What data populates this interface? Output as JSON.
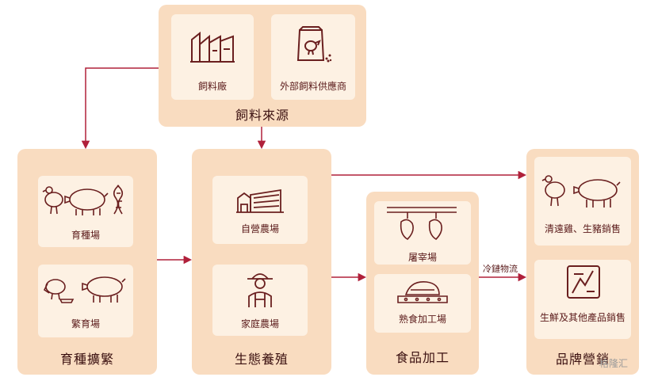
{
  "feed": {
    "title": "飼料來源",
    "items": [
      {
        "label": "飼料廠",
        "icon": "factory-icon"
      },
      {
        "label": "外部飼料供應商",
        "icon": "feed-bag-icon"
      }
    ]
  },
  "breeding": {
    "title": "育種擴繁",
    "items": [
      {
        "label": "育種場",
        "icon": "chicken-pig-dna-icon"
      },
      {
        "label": "繁育場",
        "icon": "hen-pig-feeding-icon"
      }
    ]
  },
  "farming": {
    "title": "生態養殖",
    "items": [
      {
        "label": "自營農場",
        "icon": "farm-barn-icon"
      },
      {
        "label": "家庭農場",
        "icon": "farmer-icon"
      }
    ]
  },
  "processing": {
    "title": "食品加工",
    "items": [
      {
        "label": "屠宰場",
        "icon": "hanging-meat-icon"
      },
      {
        "label": "熟食加工場",
        "icon": "roast-chicken-icon"
      }
    ]
  },
  "brand": {
    "title": "品牌營銷",
    "items": [
      {
        "label": "清遠雞、生豬銷售",
        "icon": "chicken-pig-icon"
      },
      {
        "label": "生鮮及其他產品銷售",
        "icon": "fresh-product-icon"
      }
    ]
  },
  "flow": {
    "cold_chain": "冷鏈物流"
  },
  "watermark": "格隆汇",
  "colors": {
    "panel": "#f9dcc0",
    "card": "#fdf1e3",
    "arrow": "#b0203a",
    "icon": "#6a1f1f"
  }
}
